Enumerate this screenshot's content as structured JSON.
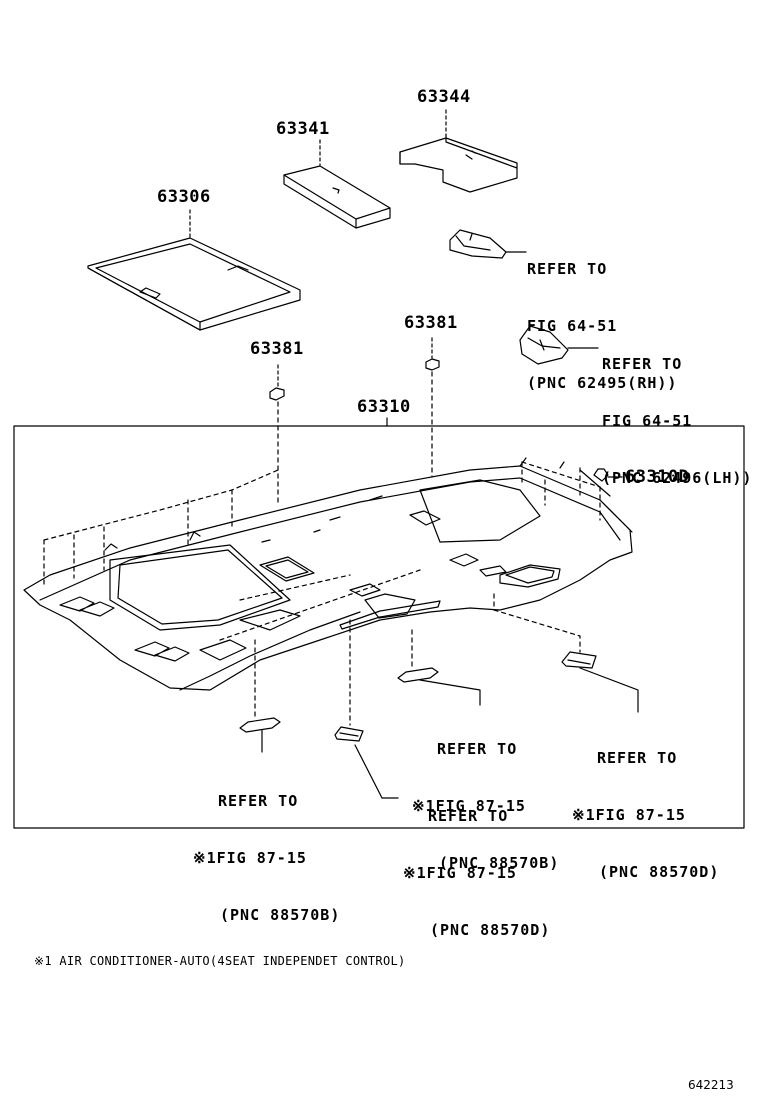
{
  "part_numbers": {
    "p63344": "63344",
    "p63341": "63341",
    "p63306": "63306",
    "p63381_a": "63381",
    "p63381_b": "63381",
    "p63310": "63310",
    "p63310D": "63310D"
  },
  "references": {
    "ref_rh": {
      "line1": "REFER TO",
      "line2": "FIG 64-51",
      "line3": "(PNC 62495(RH))"
    },
    "ref_lh": {
      "line1": "REFER TO",
      "line2": "FIG 64-51",
      "line3": "(PNC 62496(LH))"
    },
    "ref_bl": {
      "line1": "REFER TO",
      "line2": "※1FIG 87-15",
      "line3": "(PNC 88570B)"
    },
    "ref_bm": {
      "line1": "REFER TO",
      "line2": "※1FIG 87-15",
      "line3": "(PNC 88570D)"
    },
    "ref_cm": {
      "line1": "REFER TO",
      "line2": "※1FIG 87-15",
      "line3": "(PNC 88570B)"
    },
    "ref_r": {
      "line1": "REFER TO",
      "line2": "※1FIG 87-15",
      "line3": "(PNC 88570D)"
    }
  },
  "footnote": "※1 AIR CONDITIONER-AUTO(4SEAT INDEPENDET CONTROL)",
  "figure_code": "642213"
}
